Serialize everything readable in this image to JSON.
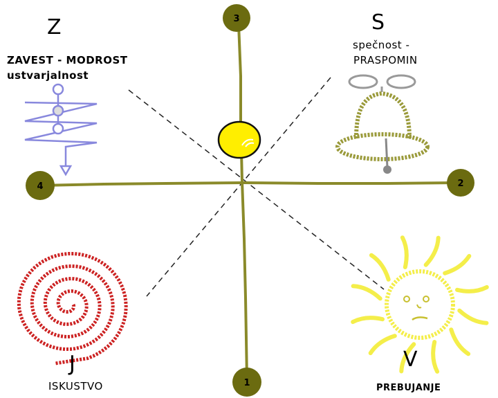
{
  "nodes": [
    {
      "label": "1"
    },
    {
      "label": "2"
    },
    {
      "label": "3"
    },
    {
      "label": "4"
    }
  ],
  "quadrants": {
    "north_west": {
      "letter": "Z",
      "line1": "ZAVEST - MODROST",
      "line2": "ustvarjalnost",
      "icon": "coil-spring-icon"
    },
    "north_east": {
      "letter": "S",
      "line1": "spečnost -",
      "line2": "PRASPOMIN",
      "icon": "bell-icon"
    },
    "south_west": {
      "letter": "J",
      "line1": "ISKUSTVO",
      "icon": "spiral-icon"
    },
    "south_east": {
      "letter": "V",
      "line1": "PREBUJANJE",
      "icon": "sun-icon"
    }
  },
  "center_icon": "yellow-orb-icon",
  "colors": {
    "axis": "#8a8a2a",
    "node_fill": "#6b6b10",
    "bell": "#9a9a3a",
    "spiral": "#cc2222",
    "sun": "#f4ee4a",
    "spring": "#8888dd",
    "orb": "#ffee00"
  }
}
